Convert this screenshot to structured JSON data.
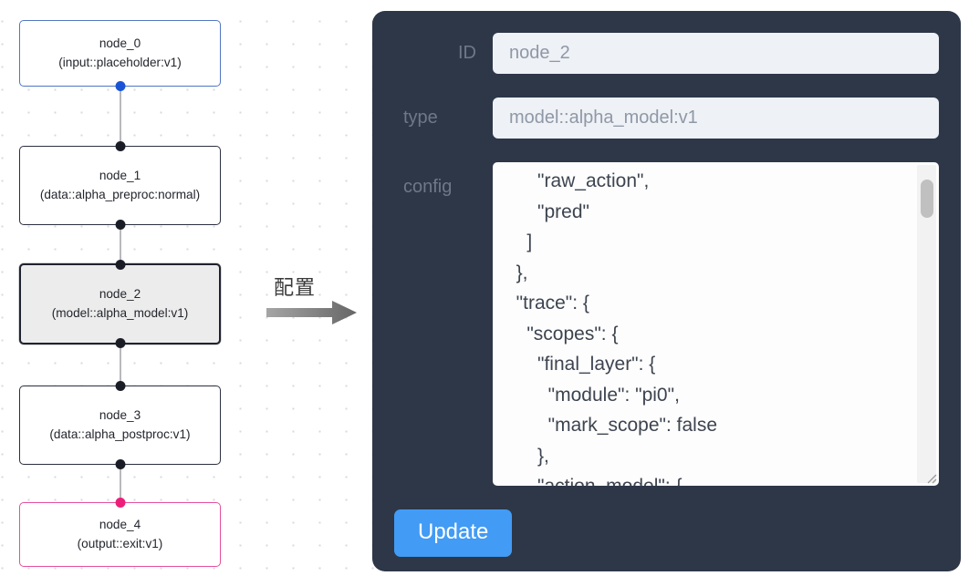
{
  "canvas": {
    "nodes": [
      {
        "id": "node_0",
        "title": "node_0",
        "subtitle": "(input::placeholder:v1)",
        "kind": "input",
        "selected": false
      },
      {
        "id": "node_1",
        "title": "node_1",
        "subtitle": "(data::alpha_preproc:normal)",
        "kind": "default",
        "selected": false
      },
      {
        "id": "node_2",
        "title": "node_2",
        "subtitle": "(model::alpha_model:v1)",
        "kind": "default",
        "selected": true
      },
      {
        "id": "node_3",
        "title": "node_3",
        "subtitle": "(data::alpha_postproc:v1)",
        "kind": "default",
        "selected": false
      },
      {
        "id": "node_4",
        "title": "node_4",
        "subtitle": "(output::exit:v1)",
        "kind": "output",
        "selected": false
      }
    ],
    "colors": {
      "input_border": "#5077c4",
      "output_border": "#e5509a",
      "default_border": "#2b3040",
      "selected_fill": "#ececec",
      "edge": "#b8b8bd",
      "handle": "#1b1d26",
      "handle_input": "#1a54d6",
      "handle_output": "#ec1e79"
    }
  },
  "arrow": {
    "label": "配置",
    "icon": "arrow-right-icon",
    "color": "#808080"
  },
  "panel": {
    "background": "#2d3748",
    "fields": {
      "id": {
        "label": "ID",
        "value": "node_2"
      },
      "type": {
        "label": "type",
        "value": "model::alpha_model:v1"
      },
      "config": {
        "label": "config",
        "value": "      \"raw_action\",\n      \"pred\"\n    ]\n  },\n  \"trace\": {\n    \"scopes\": {\n      \"final_layer\": {\n        \"module\": \"pi0\",\n        \"mark_scope\": false\n      },\n      \"action_model\": {"
      }
    },
    "update_button": {
      "label": "Update",
      "color": "#429bf5"
    },
    "scrollbar": {
      "name": "textarea-scrollbar"
    }
  }
}
